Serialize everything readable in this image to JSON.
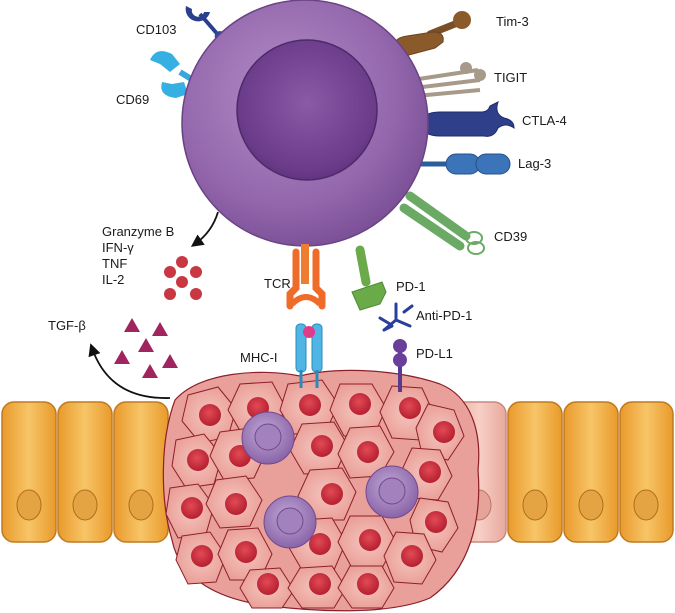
{
  "receptors": {
    "cd103": "CD103",
    "cd69": "CD69",
    "tim3": "Tim-3",
    "tigit": "TIGIT",
    "ctla4": "CTLA-4",
    "lag3": "Lag-3",
    "cd39": "CD39",
    "tcr": "TCR",
    "pd1": "PD-1",
    "anti_pd1": "Anti-PD-1",
    "pdl1": "PD-L1",
    "mhc1": "MHC-I"
  },
  "secreted": {
    "items": [
      "Granzyme B",
      "IFN-γ",
      "TNF",
      "IL-2"
    ],
    "tgf": "TGF-β"
  },
  "colors": {
    "tcell": "#8d5ba6",
    "tcell_nucleus": "#6e3f8d",
    "epithelium": "#f0b24a",
    "tumor_cell": "#f2b5ad",
    "tumor_nucleus": "#d2303f",
    "granule": "#c93743",
    "tgf": "#a0245e"
  }
}
